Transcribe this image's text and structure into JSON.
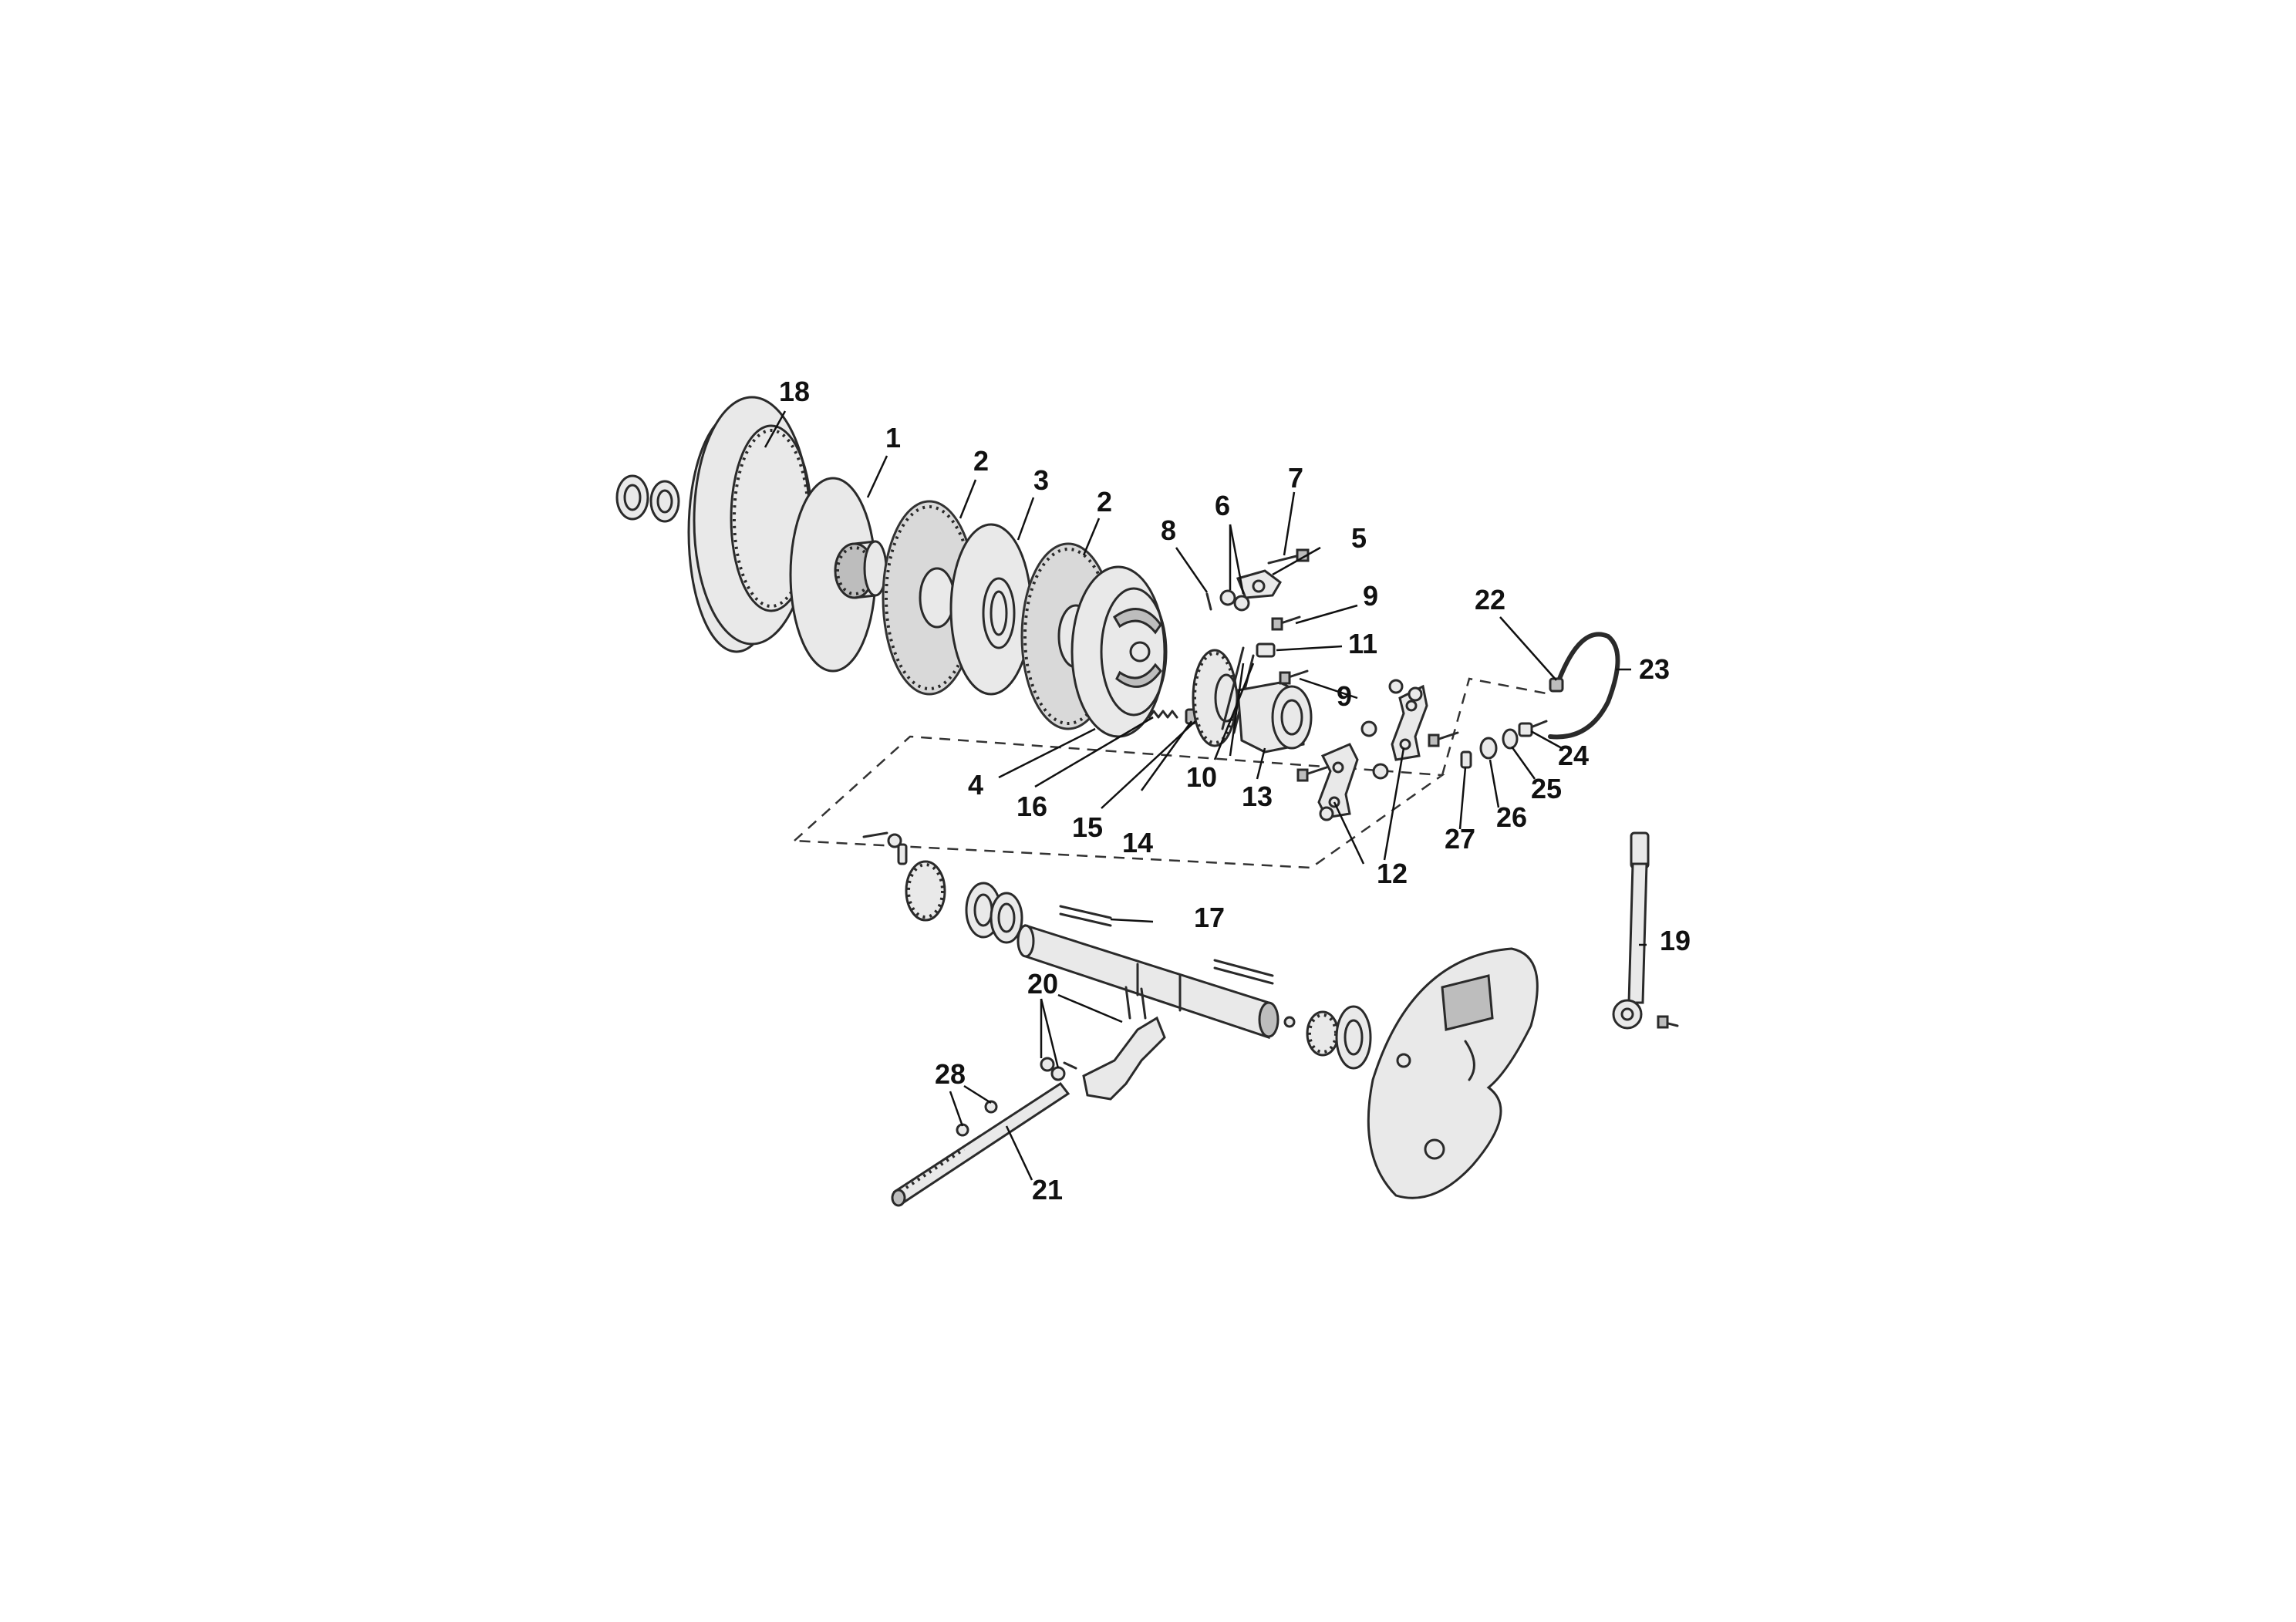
{
  "callouts": {
    "c1": "1",
    "c2a": "2",
    "c2b": "2",
    "c3": "3",
    "c4": "4",
    "c5": "5",
    "c6": "6",
    "c7": "7",
    "c8": "8",
    "c9a": "9",
    "c9b": "9",
    "c10": "10",
    "c11": "11",
    "c12": "12",
    "c13": "13",
    "c14": "14",
    "c15": "15",
    "c16": "16",
    "c17": "17",
    "c18": "18",
    "c19": "19",
    "c20": "20",
    "c21": "21",
    "c22": "22",
    "c23": "23",
    "c24": "24",
    "c25": "25",
    "c26": "26",
    "c27": "27",
    "c28": "28"
  }
}
